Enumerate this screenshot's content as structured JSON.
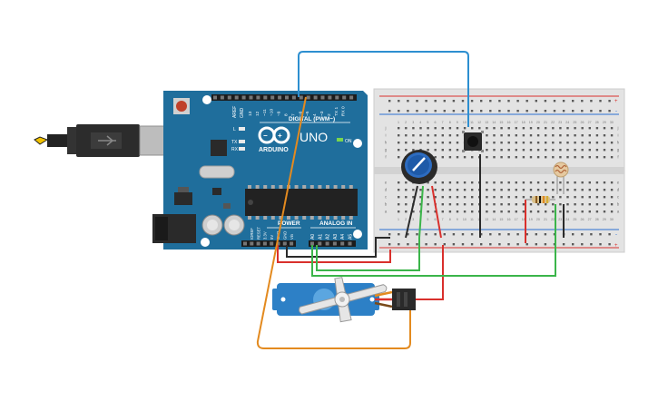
{
  "arduino": {
    "brand_text": "ARDUINO",
    "model_text": "UNO",
    "digital_header": "DIGITAL (PWM~)",
    "power_header": "POWER",
    "analog_header": "ANALOG IN",
    "on_label": "ON",
    "tx_label": "TX",
    "rx_label": "RX",
    "l_label": "L",
    "aref_label": "AREF",
    "gnd_label": "GND",
    "digital_pins": [
      "13",
      "12",
      "~11",
      "~10",
      "~9",
      "8",
      "7",
      "~6",
      "~5",
      "4",
      "~3",
      "2",
      "TX 1",
      "RX 0"
    ],
    "power_pins": [
      "IOREF",
      "RESET",
      "3.3V",
      "5V",
      "GND",
      "GND",
      "Vin"
    ],
    "analog_pins": [
      "A0",
      "A1",
      "A2",
      "A3",
      "A4",
      "A5"
    ]
  },
  "breadboard": {
    "row_letters_top": [
      "j",
      "i",
      "h",
      "g",
      "f"
    ],
    "row_letters_bottom": [
      "e",
      "d",
      "c",
      "b",
      "a"
    ],
    "rail_plus": "+",
    "rail_minus": "-",
    "column_count": 30
  },
  "components": {
    "potentiometer": "potentiometer",
    "pushbutton": "pushbutton",
    "photoresistor": "photoresistor",
    "resistor": "resistor",
    "servo": "servo"
  },
  "colors": {
    "arduino_board": "#1f6e9c",
    "breadboard": "#e3e3e3",
    "wire_blue": "#2d8fd0",
    "wire_red": "#d9302c",
    "wire_green": "#3bb54a",
    "wire_black": "#2b2b2b",
    "wire_orange": "#e38a1f",
    "servo_body": "#2d80c6"
  }
}
